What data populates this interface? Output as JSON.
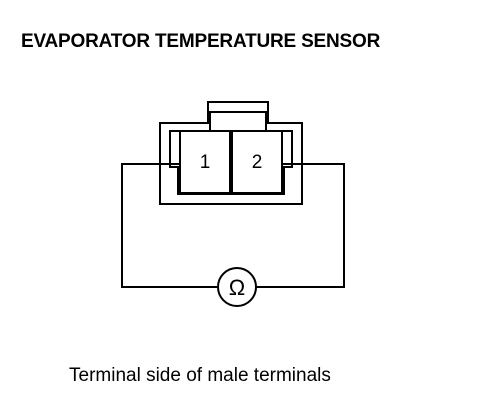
{
  "title": "EVAPORATOR TEMPERATURE SENSOR",
  "caption": "Terminal side of male terminals",
  "connector": {
    "terminals": [
      "1",
      "2"
    ]
  },
  "meter": {
    "symbol": "Ω",
    "icon": "ohmmeter-icon"
  }
}
